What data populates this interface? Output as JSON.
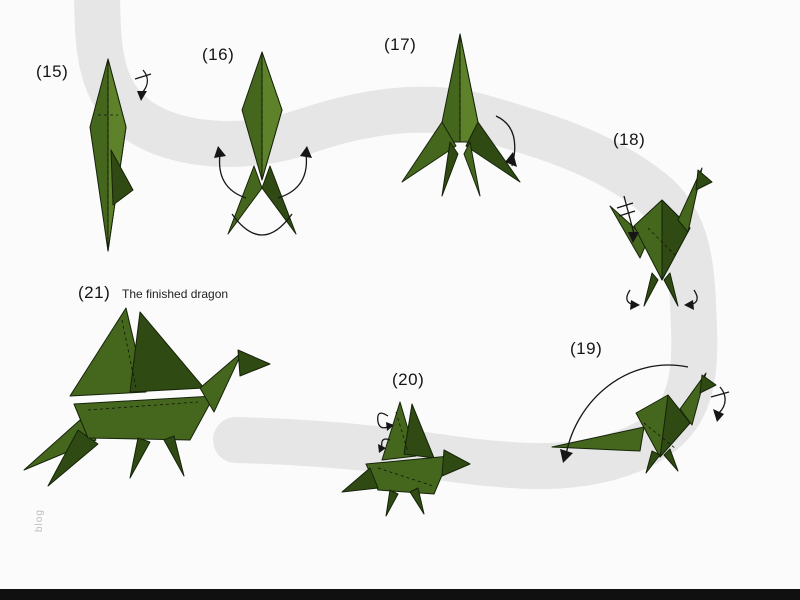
{
  "diagram": {
    "title_hint": "Origami dragon folding instructions, steps 15-21",
    "background_color": "#fbfbfb",
    "path_color": "#e6e6e6",
    "figure_colors": {
      "main": "#45671d",
      "light": "#5d8229",
      "dark": "#2f4a12",
      "outline": "#16230a"
    },
    "bottom_bar_color": "#101010"
  },
  "steps": [
    {
      "id": 15,
      "label": "(15)"
    },
    {
      "id": 16,
      "label": "(16)"
    },
    {
      "id": 17,
      "label": "(17)"
    },
    {
      "id": 18,
      "label": "(18)"
    },
    {
      "id": 19,
      "label": "(19)"
    },
    {
      "id": 20,
      "label": "(20)"
    },
    {
      "id": 21,
      "label": "(21)",
      "caption": "The finished dragon"
    }
  ],
  "watermark": "blog"
}
